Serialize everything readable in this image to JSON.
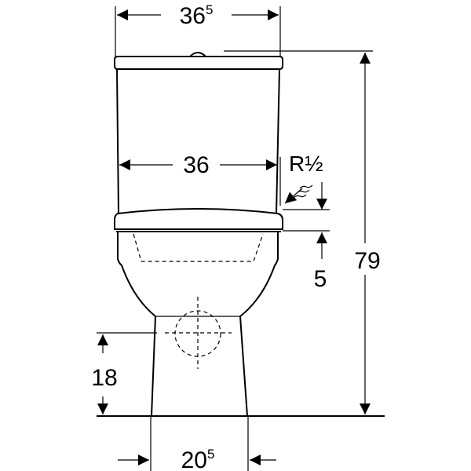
{
  "dimensions": {
    "tank_lid_width": {
      "value": "36",
      "superscript": "5"
    },
    "tank_width": "36",
    "water_inlet": "R½",
    "inlet_offset": "5",
    "total_height": "79",
    "outlet_height": "18",
    "base_width": {
      "value": "20",
      "superscript": "5"
    }
  }
}
